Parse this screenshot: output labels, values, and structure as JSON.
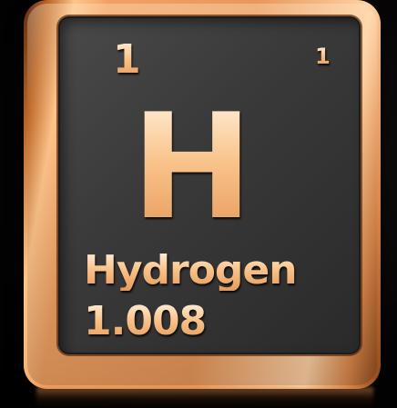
{
  "element": {
    "atomic_number": "1",
    "electron_config": "1",
    "symbol": "H",
    "name": "Hydrogen",
    "atomic_mass": "1.008"
  },
  "colors": {
    "frame": "#e9985a",
    "face": "#3a3a3a",
    "glyph": "#f6c08a",
    "background": "#000000"
  }
}
